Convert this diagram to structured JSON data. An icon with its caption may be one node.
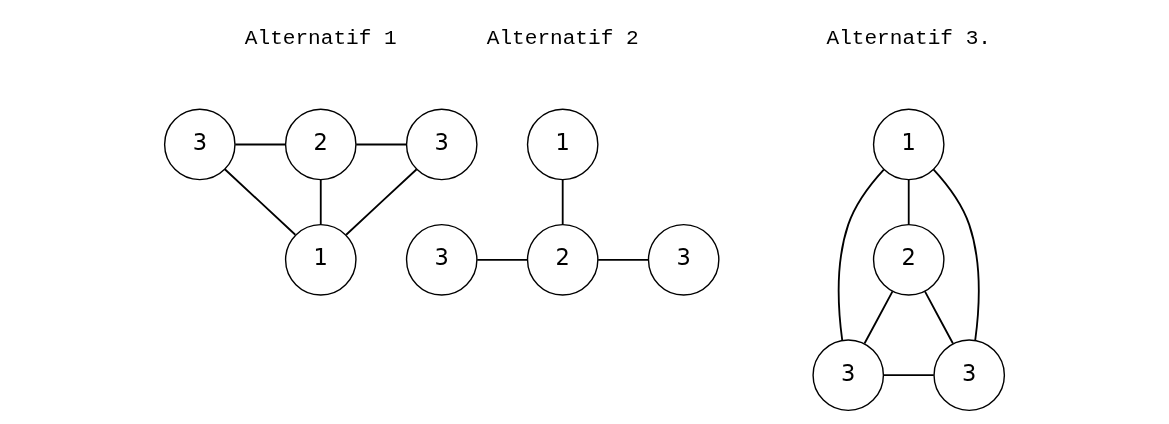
{
  "diagram": {
    "nodes": [
      {
        "text": [
          "3"
        ]
      },
      {
        "text": [
          "2"
        ]
      },
      {
        "text": [
          "3"
        ]
      },
      {
        "text": [
          "1"
        ]
      },
      {
        "text": [
          "1"
        ]
      },
      {
        "text": [
          "3"
        ]
      },
      {
        "text": [
          "2"
        ]
      },
      {
        "text": [
          "3"
        ]
      },
      {
        "text": [
          "1"
        ]
      },
      {
        "text": [
          "2"
        ]
      },
      {
        "text": [
          "3"
        ]
      },
      {
        "text": [
          "3"
        ]
      }
    ],
    "edges": [
      {
        "from": 0,
        "to": 1,
        "arrow": "none"
      },
      {
        "from": 1,
        "to": 2,
        "arrow": "none"
      },
      {
        "from": 1,
        "to": 3,
        "arrow": "none"
      },
      {
        "from": 0,
        "to": 3,
        "arrow": "none"
      },
      {
        "from": 2,
        "to": 3,
        "arrow": "none"
      },
      {
        "from": 4,
        "to": 6,
        "arrow": "none"
      },
      {
        "from": 5,
        "to": 6,
        "arrow": "none"
      },
      {
        "from": 6,
        "to": 7,
        "arrow": "none"
      },
      {
        "from": 8,
        "to": 9,
        "arrow": "none"
      },
      {
        "from": 8,
        "to": 10,
        "arrow": "none"
      },
      {
        "from": 8,
        "to": 11,
        "arrow": "none"
      },
      {
        "from": 9,
        "to": 10,
        "arrow": "none"
      },
      {
        "from": 9,
        "to": 11,
        "arrow": "none"
      },
      {
        "from": 10,
        "to": 11,
        "arrow": "none"
      }
    ],
    "labels": [
      "Alternatif 1",
      "Alternatif 2",
      "Alternatif 3."
    ]
  }
}
